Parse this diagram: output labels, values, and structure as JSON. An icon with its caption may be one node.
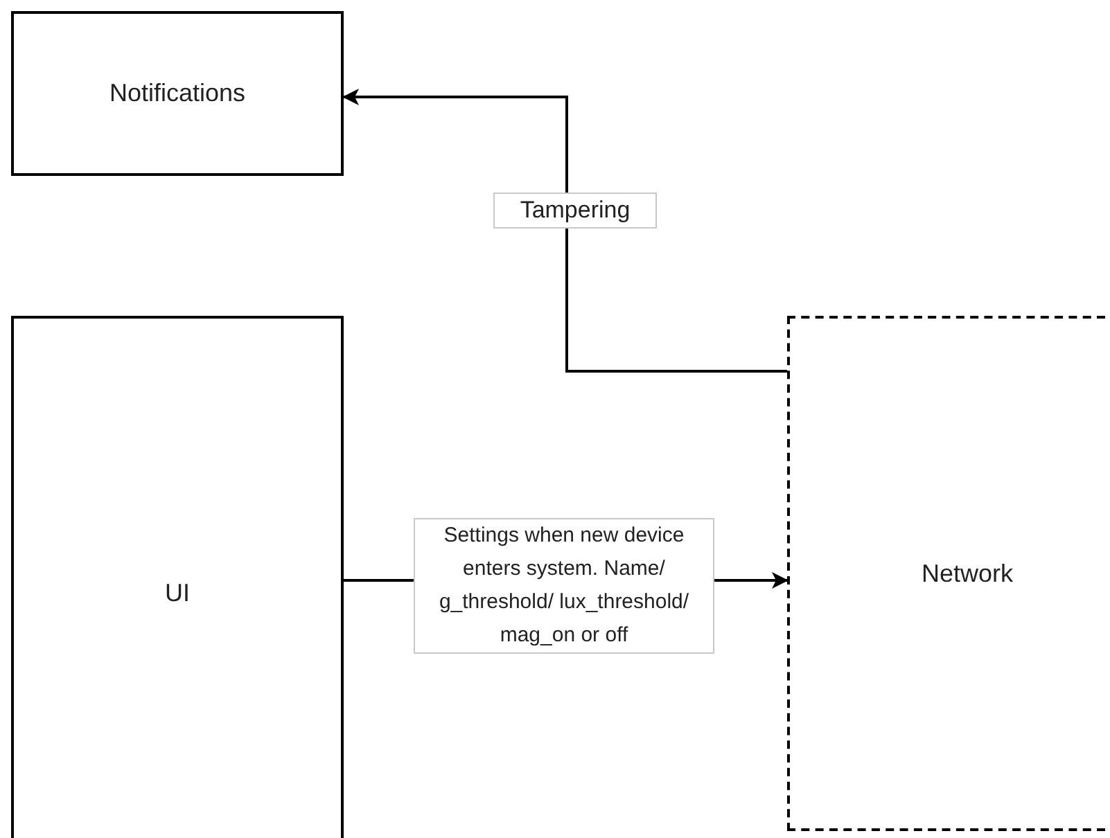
{
  "diagram": {
    "nodes": [
      {
        "text": [
          "Notifications"
        ]
      },
      {
        "text": [
          "UI"
        ]
      },
      {
        "text": [
          "Network"
        ]
      }
    ],
    "edges": [
      {
        "from": 2,
        "to": 0,
        "arrow": "to",
        "label": "Tampering"
      },
      {
        "from": 1,
        "to": 2,
        "arrow": "to",
        "label": "Settings when new device enters system. Name/ g_threshold/ lux_threshold/ mag_on or off"
      }
    ]
  }
}
